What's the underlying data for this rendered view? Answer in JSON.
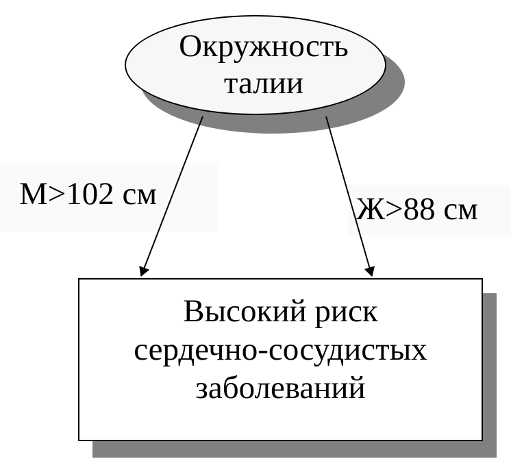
{
  "ellipse": {
    "line1": "Окружность",
    "line2": "талии"
  },
  "labels": {
    "men": "М>102 см",
    "women": "Ж>88 см"
  },
  "box": {
    "line1": "Высокий риск",
    "line2": "сердечно-сосудистых",
    "line3": "заболеваний"
  },
  "colors": {
    "shadow": "#808080",
    "stroke": "#000000",
    "ellipse_fill": "#f7f7f7"
  }
}
